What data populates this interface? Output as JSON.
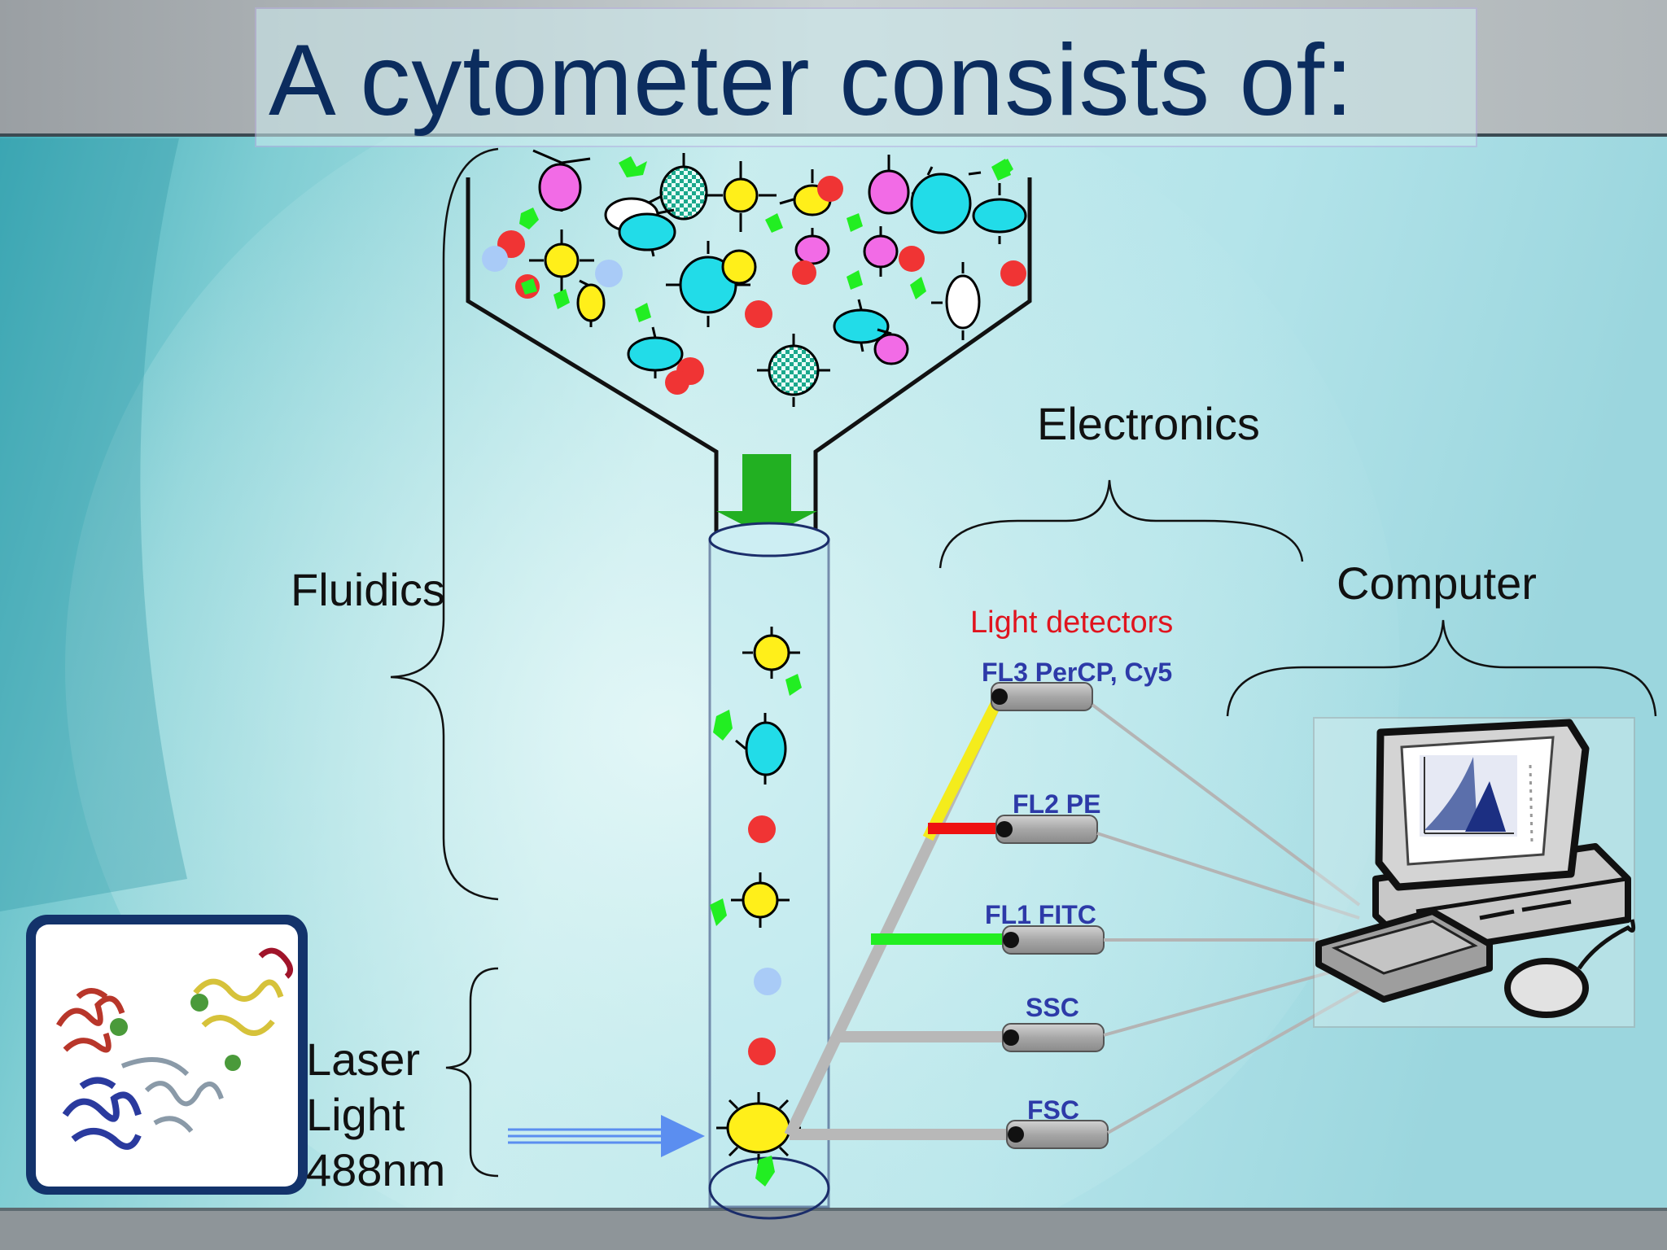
{
  "slide": {
    "title": "A cytometer consists of:",
    "sections": {
      "fluidics": "Fluidics",
      "electronics": "Electronics",
      "computer": "Computer",
      "light_detectors": "Light detectors"
    },
    "laser": {
      "line1": "Laser",
      "line2": "Light",
      "line3": "488nm"
    },
    "detectors": [
      {
        "label": "FL3 PerCP, Cy5",
        "filter_color": "#f4ec1c"
      },
      {
        "label": "FL2 PE",
        "filter_color": "#ee1111"
      },
      {
        "label": "FL1 FITC",
        "filter_color": "#22ee22"
      },
      {
        "label": "SSC",
        "filter_color": "#b8b8b8"
      },
      {
        "label": "FSC",
        "filter_color": "#b8b8b8"
      }
    ],
    "colors": {
      "title": "#0b2c5e",
      "detector_label": "#2d3aa8",
      "light_detectors_label": "#e0141e",
      "flow_arrow": "#22b022",
      "laser_arrow": "#5b8ef0",
      "cell_yellow": "#ffef1a",
      "cell_cyan": "#22dce8",
      "cell_magenta": "#f26be6",
      "cell_red": "#f03434",
      "cell_lightblue": "#a9cbf7"
    }
  }
}
